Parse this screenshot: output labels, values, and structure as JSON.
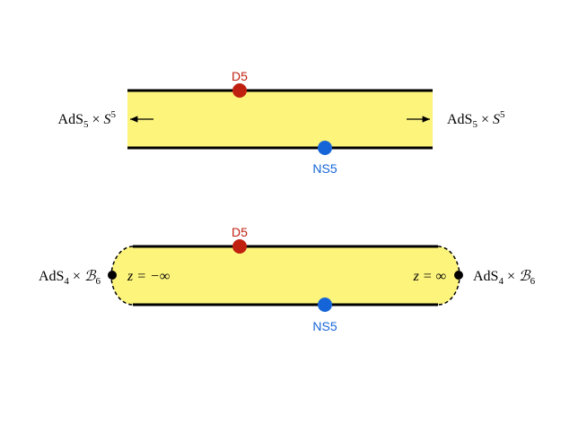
{
  "colors": {
    "strip_fill": "#fdf47c",
    "d5": "#c0200f",
    "ns5": "#1565d8",
    "boundary": "#000000"
  },
  "top_diagram": {
    "d5_label": "D5",
    "ns5_label": "NS5",
    "left_asymptotic": {
      "base": "AdS",
      "sub": "5",
      "times": " × ",
      "space": "S",
      "sup": "5"
    },
    "right_asymptotic": {
      "base": "AdS",
      "sub": "5",
      "times": " × ",
      "space": "S",
      "sup": "5"
    },
    "left_arrow_icon": "arrow-left",
    "right_arrow_icon": "arrow-right"
  },
  "bottom_diagram": {
    "d5_label": "D5",
    "ns5_label": "NS5",
    "left_asymptotic": {
      "base": "AdS",
      "sub": "4",
      "times": " × ",
      "space": "ℬ",
      "sub2": "6"
    },
    "right_asymptotic": {
      "base": "AdS",
      "sub": "4",
      "times": " × ",
      "space": "ℬ",
      "sub2": "6"
    },
    "left_end": "z = −∞",
    "right_end": "z = ∞"
  }
}
